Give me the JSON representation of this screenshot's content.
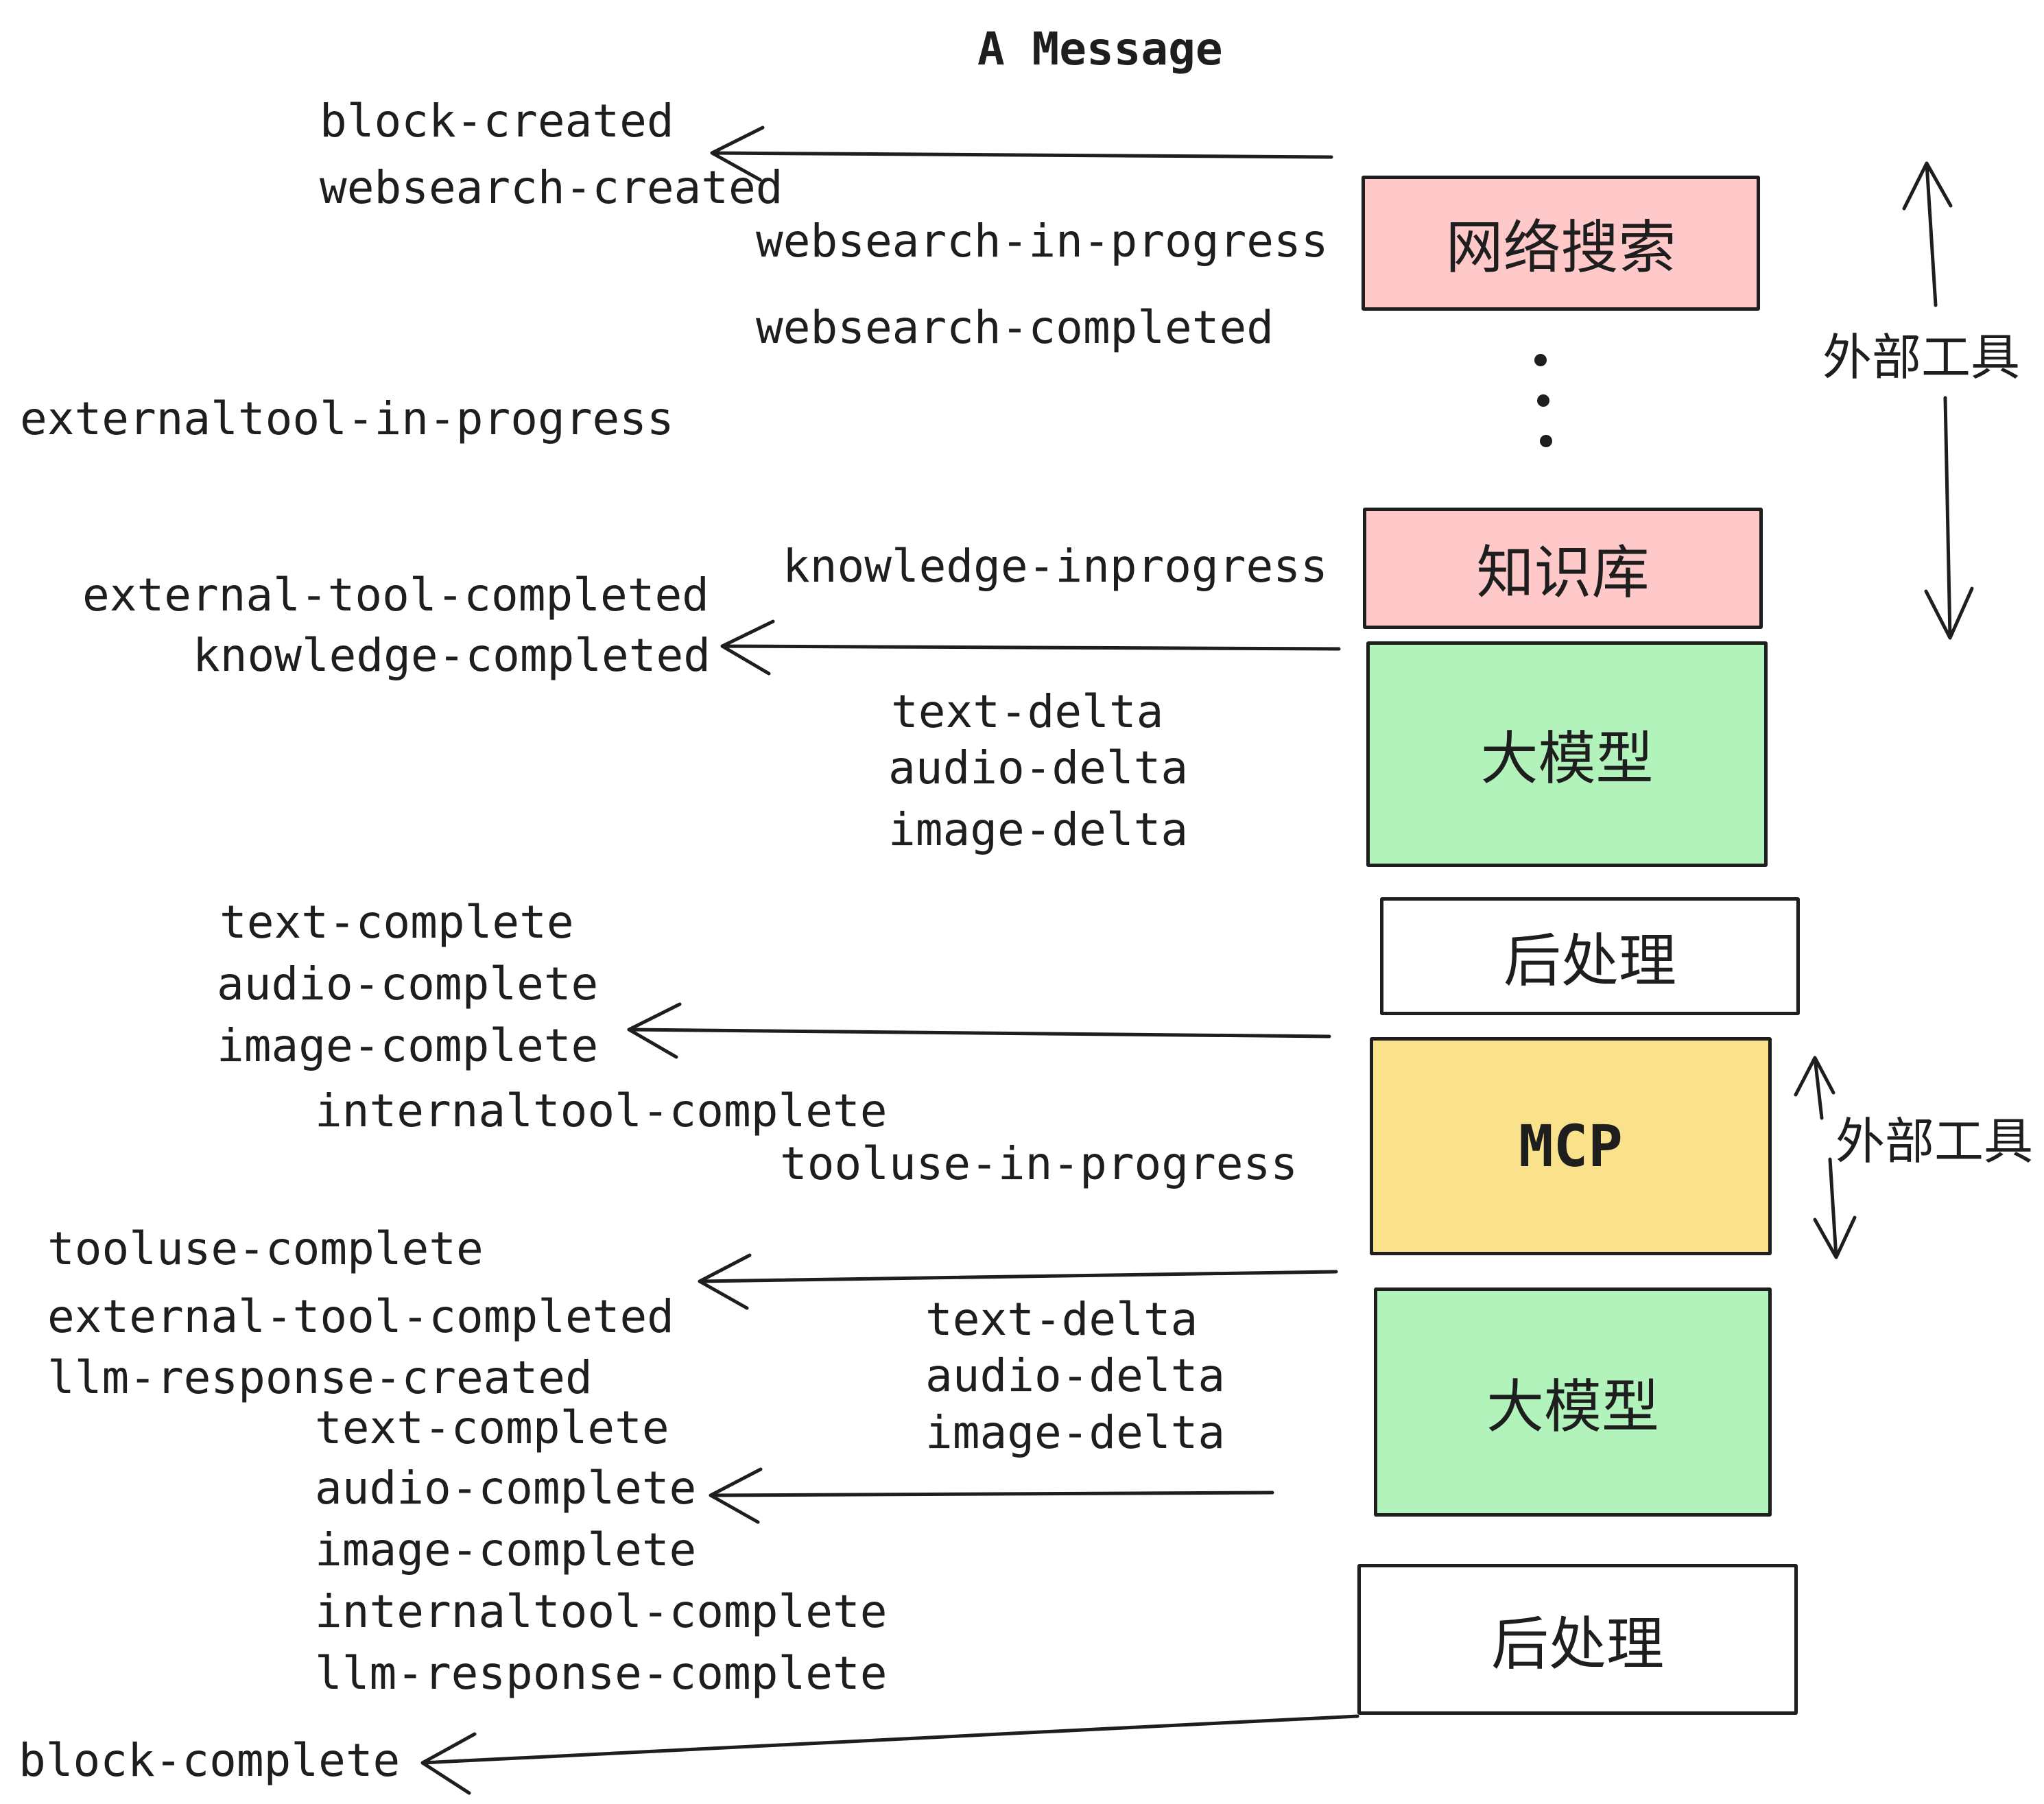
{
  "title": "A Message",
  "colors": {
    "ink": "#1e1e1e",
    "pink_box": "#ffc9c9",
    "green_box": "#b2f2bb",
    "yellow_box": "#f9e28b",
    "white_box": "#ffffff",
    "background": "#ffffff"
  },
  "boxes": {
    "websearch": "网络搜索",
    "knowledge": "知识库",
    "llm": "大模型",
    "postprocess": "后处理",
    "mcp": "MCP"
  },
  "side_labels": {
    "external_tools": "外部工具"
  },
  "events": {
    "block_created": "block-created",
    "websearch_created": "websearch-created",
    "websearch_in_progress": "websearch-in-progress",
    "websearch_completed": "websearch-completed",
    "externaltool_in_progress": "externaltool-in-progress",
    "knowledge_inprogress": "knowledge-inprogress",
    "external_tool_completed": "external-tool-completed",
    "knowledge_completed": "knowledge-completed",
    "text_delta": "text-delta",
    "audio_delta": "audio-delta",
    "image_delta": "image-delta",
    "text_complete": "text-complete",
    "audio_complete": "audio-complete",
    "image_complete": "image-complete",
    "internaltool_complete": "internaltool-complete",
    "tooluse_in_progress": "tooluse-in-progress",
    "tooluse_complete": "tooluse-complete",
    "llm_response_created": "llm-response-created",
    "llm_response_complete": "llm-response-complete",
    "block_complete": "block-complete"
  }
}
